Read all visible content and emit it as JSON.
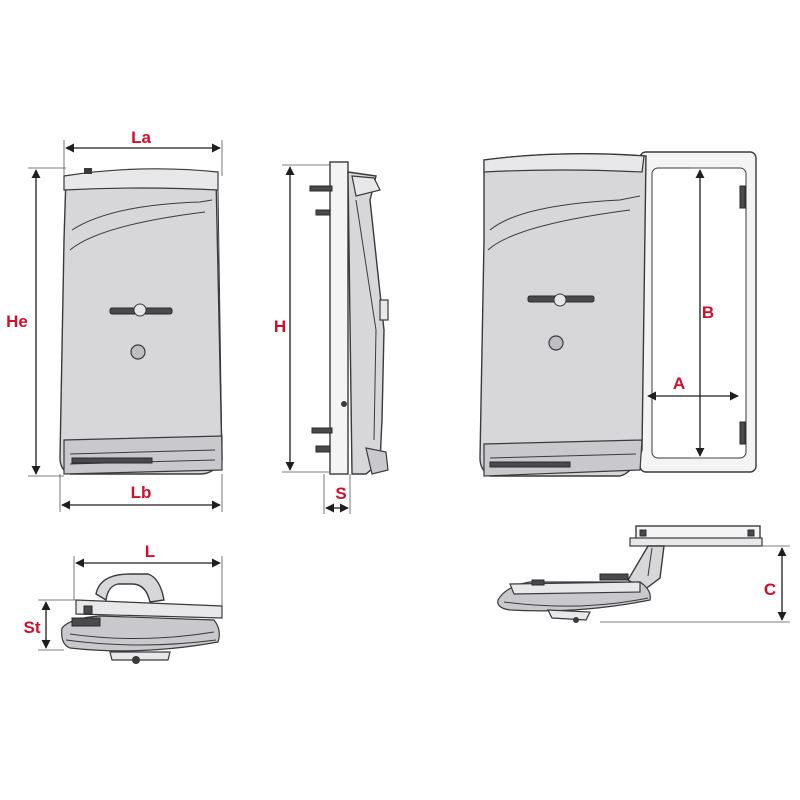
{
  "diagram": {
    "labels": {
      "La": "La",
      "Lb": "Lb",
      "He": "He",
      "H": "H",
      "S": "S",
      "A": "A",
      "B": "B",
      "C": "C",
      "L": "L",
      "St": "St"
    }
  },
  "colors": {
    "label": "#d0102a",
    "dimension_line": "#1e1e1e",
    "body_fill": "#d7d7da",
    "outline": "#3a3a3a"
  }
}
